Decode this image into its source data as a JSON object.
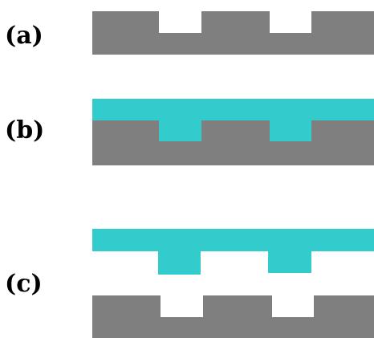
{
  "panels": [
    {
      "label": "(a)"
    },
    {
      "label": "(b)"
    },
    {
      "label": "(c)"
    }
  ],
  "colors": {
    "substrate": "#7f7f7f",
    "coating": "#33cccc",
    "background": "#ffffff",
    "label_text": "#000000"
  }
}
